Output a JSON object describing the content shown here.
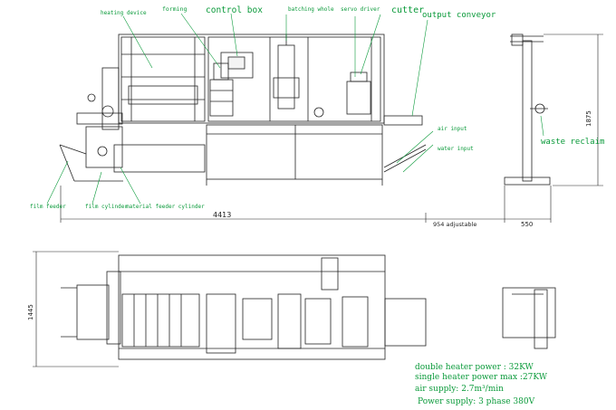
{
  "labels": {
    "heating_device": "heating device",
    "forming": "forming",
    "control_box": "control box",
    "batching_whole": "batching whole",
    "servo_driver": "servo driver",
    "cutter": "cutter",
    "output_conveyor": "output conveyor",
    "air_input": "air input",
    "water_input": "water input",
    "waste_reclaim": "waste reclaim",
    "film_feeder": "film feeder",
    "film_cylinder": "film cylinder",
    "material_feeder_cylinder": "material feeder cylinder"
  },
  "dimensions": {
    "total_length": "4413",
    "adjustable": "954 adjustable",
    "reclaim_width": "550",
    "height": "1875",
    "plan_width": "1445"
  },
  "specs": {
    "double_heater": "double heater power : 32KW",
    "single_heater": "single heater power max :27KW",
    "air_supply": "air supply: 2.7m³/min",
    "power_supply": "Power supply: 3 phase  380V"
  },
  "colors": {
    "label": "#0a9a3a",
    "line": "#222222"
  }
}
